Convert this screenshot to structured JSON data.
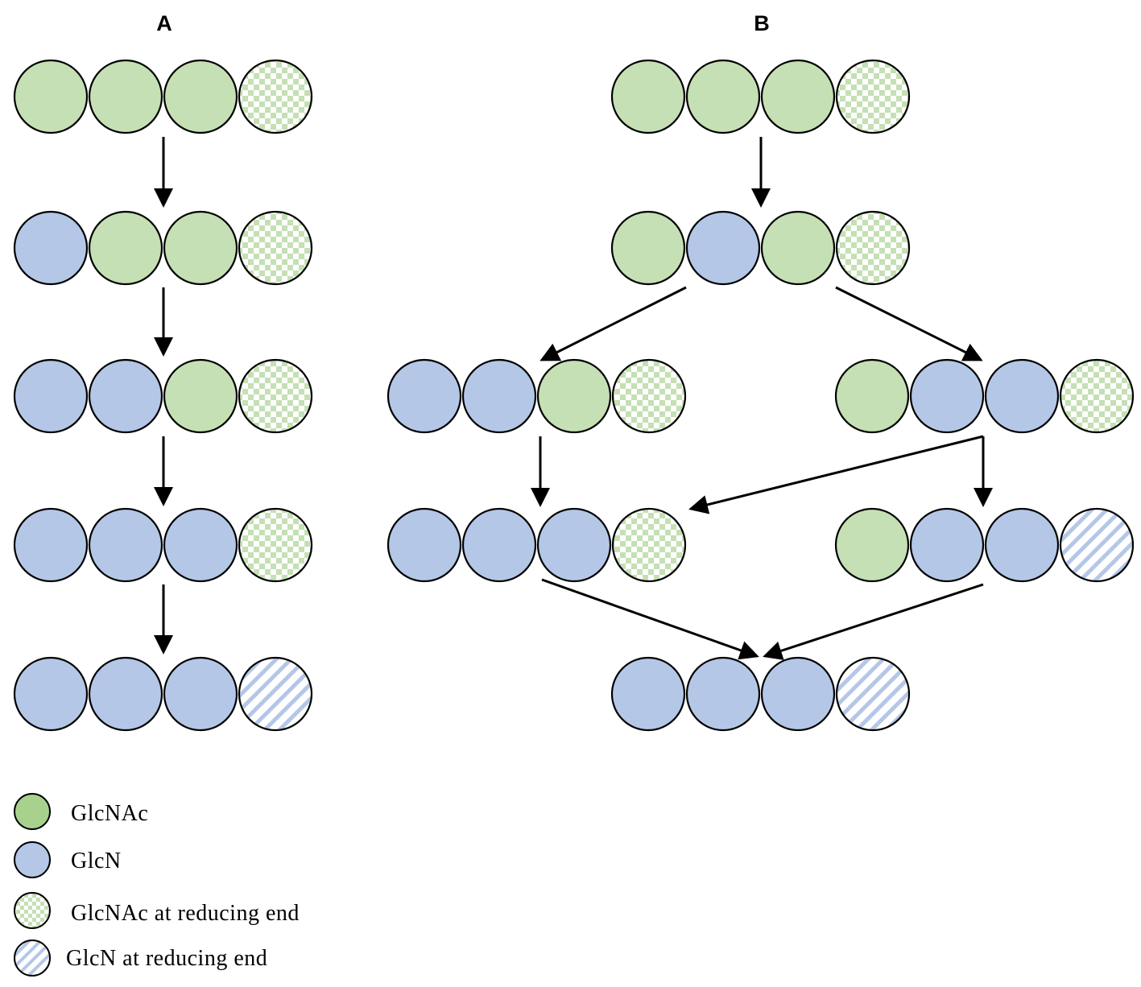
{
  "colors": {
    "glcnac_fill": "#c5e0b4",
    "glcn_fill": "#b4c7e7",
    "legend_glcnac_fill": "#a9d18e",
    "stroke": "#000000",
    "arrow": "#000000"
  },
  "panels": [
    {
      "label": "A",
      "chains": [
        [
          "GlcNAc",
          "GlcNAc",
          "GlcNAc",
          "GlcNAc-reducing"
        ],
        [
          "GlcN",
          "GlcNAc",
          "GlcNAc",
          "GlcNAc-reducing"
        ],
        [
          "GlcN",
          "GlcN",
          "GlcNAc",
          "GlcNAc-reducing"
        ],
        [
          "GlcN",
          "GlcN",
          "GlcN",
          "GlcNAc-reducing"
        ],
        [
          "GlcN",
          "GlcN",
          "GlcN",
          "GlcN-reducing"
        ]
      ]
    },
    {
      "label": "B",
      "chains": [
        [
          "GlcNAc",
          "GlcNAc",
          "GlcNAc",
          "GlcNAc-reducing"
        ],
        [
          "GlcNAc",
          "GlcN",
          "GlcNAc",
          "GlcNAc-reducing"
        ],
        [
          "GlcN",
          "GlcN",
          "GlcNAc",
          "GlcNAc-reducing"
        ],
        [
          "GlcNAc",
          "GlcN",
          "GlcN",
          "GlcNAc-reducing"
        ],
        [
          "GlcN",
          "GlcN",
          "GlcN",
          "GlcNAc-reducing"
        ],
        [
          "GlcNAc",
          "GlcN",
          "GlcN",
          "GlcN-reducing"
        ],
        [
          "GlcN",
          "GlcN",
          "GlcN",
          "GlcN-reducing"
        ]
      ]
    }
  ],
  "legend": [
    {
      "type": "GlcNAc",
      "label": "GlcNAc"
    },
    {
      "type": "GlcN",
      "label": "GlcN"
    },
    {
      "type": "GlcNAc-reducing",
      "label": "GlcNAc at reducing end"
    },
    {
      "type": "GlcN-reducing",
      "label": "GlcN at reducing end"
    }
  ]
}
